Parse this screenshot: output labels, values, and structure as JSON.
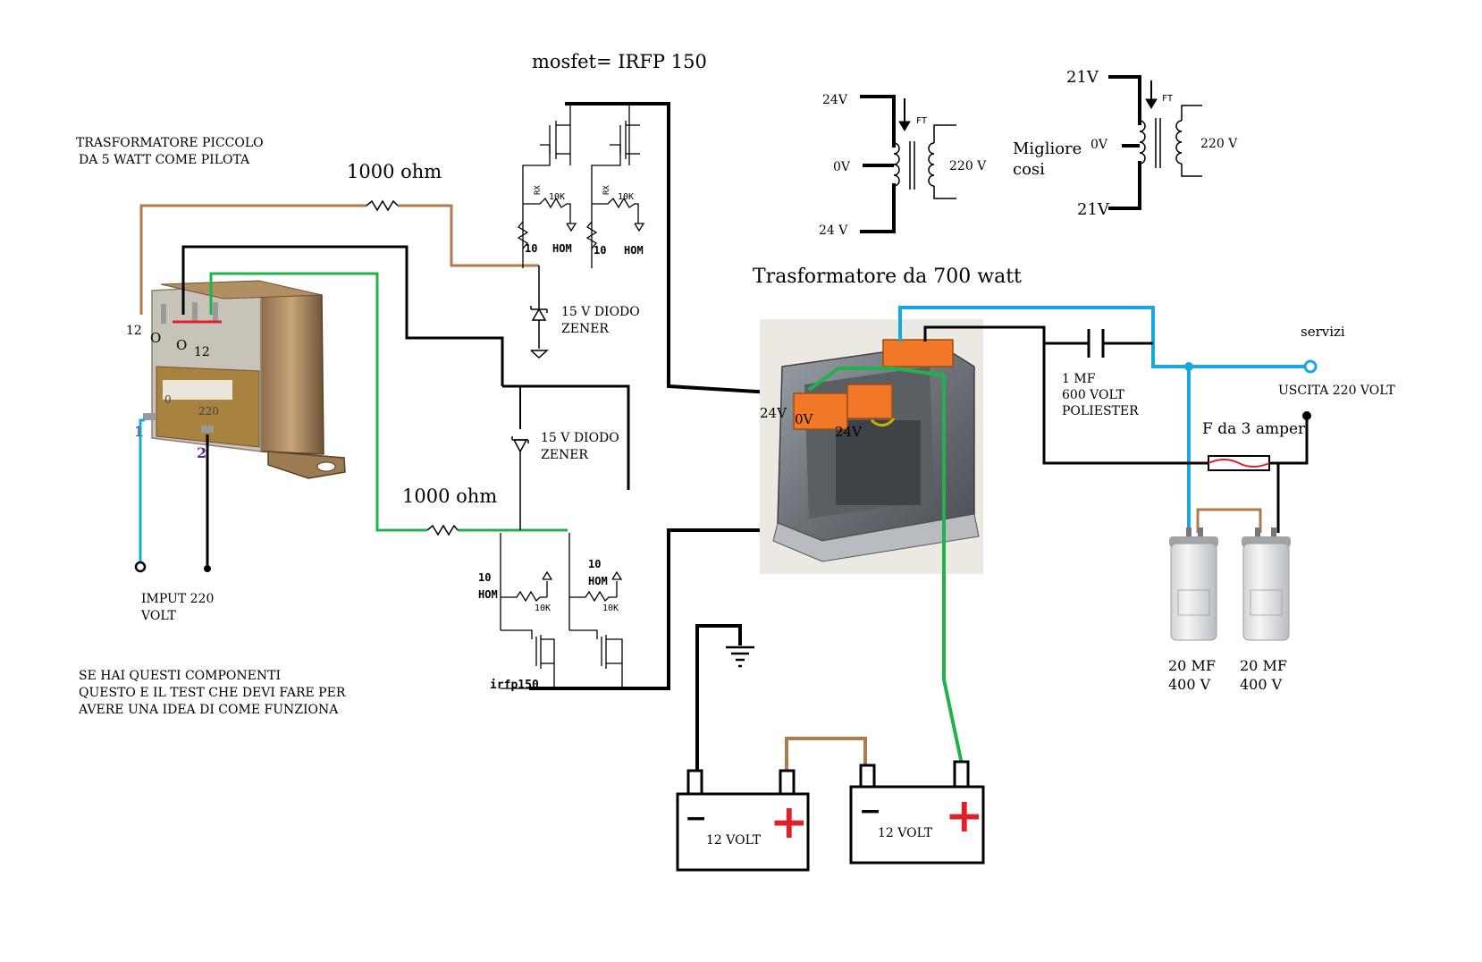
{
  "title": "mosfet= IRFP 150",
  "pilot_transformer": {
    "label_line1": "TRASFORMATORE PICCOLO",
    "label_line2": "DA  5 WATT COME PILOTA",
    "tap_12_left": "12",
    "tap_0_a": "O",
    "tap_0_b": "O",
    "tap_12_right": "12",
    "tap_0_body": "0",
    "tap_220_body": "220",
    "primary_1": "1",
    "primary_2": "2"
  },
  "input": {
    "line1": "IMPUT 220",
    "line2": "VOLT"
  },
  "note": {
    "line1": "SE HAI QUESTI COMPONENTI",
    "line2": "QUESTO E IL TEST CHE DEVI FARE PER",
    "line3": "AVERE UNA IDEA DI COME FUNZIONA"
  },
  "resistor_top": "1000 ohm",
  "resistor_bottom": "1000 ohm",
  "mosfet_top": {
    "r10": "10",
    "ohm": "HOM",
    "rx": "RX",
    "r10k": "10K"
  },
  "mosfet_bottom": {
    "r10": "10",
    "ohm": "HOM",
    "r10k": "10K",
    "part": "irfp150"
  },
  "zener_top": {
    "line1": "15 V DIODO",
    "line2": "ZENER"
  },
  "zener_bottom": {
    "line1": "15 V DIODO",
    "line2": "ZENER"
  },
  "ct_a": {
    "top": "24V",
    "mid": "0V",
    "bot": "24 V",
    "out": "220 V",
    "mark": "FT"
  },
  "ct_b": {
    "caption1": "Migliore",
    "caption2": "cosi",
    "top": "21V",
    "mid": "0V",
    "bot": "21V",
    "out": "220 V",
    "mark": "FT"
  },
  "main_transformer": {
    "label": "Trasformatore da 700 watt",
    "t_left": "24V",
    "t_mid": "0V",
    "t_right": "24V"
  },
  "capacitor": {
    "line1": "1 MF",
    "line2": "600 VOLT",
    "line3": "POLIESTER"
  },
  "output": {
    "services": "servizi",
    "label": "USCITA 220 VOLT"
  },
  "fuse": "F da 3 amper",
  "caps": [
    {
      "line1": "20 MF",
      "line2": "400 V"
    },
    {
      "line1": "20 MF",
      "line2": "400 V"
    }
  ],
  "batteries": [
    {
      "label": "12 VOLT",
      "minus": "−",
      "plus": "+"
    },
    {
      "label": "12 VOLT",
      "minus": "−",
      "plus": "+"
    }
  ],
  "colors": {
    "brown": "#b07a4f",
    "green": "#22b24c",
    "blue": "#18a8e0",
    "black": "#000000",
    "red": "#e0202a",
    "orange": "#f07828"
  }
}
